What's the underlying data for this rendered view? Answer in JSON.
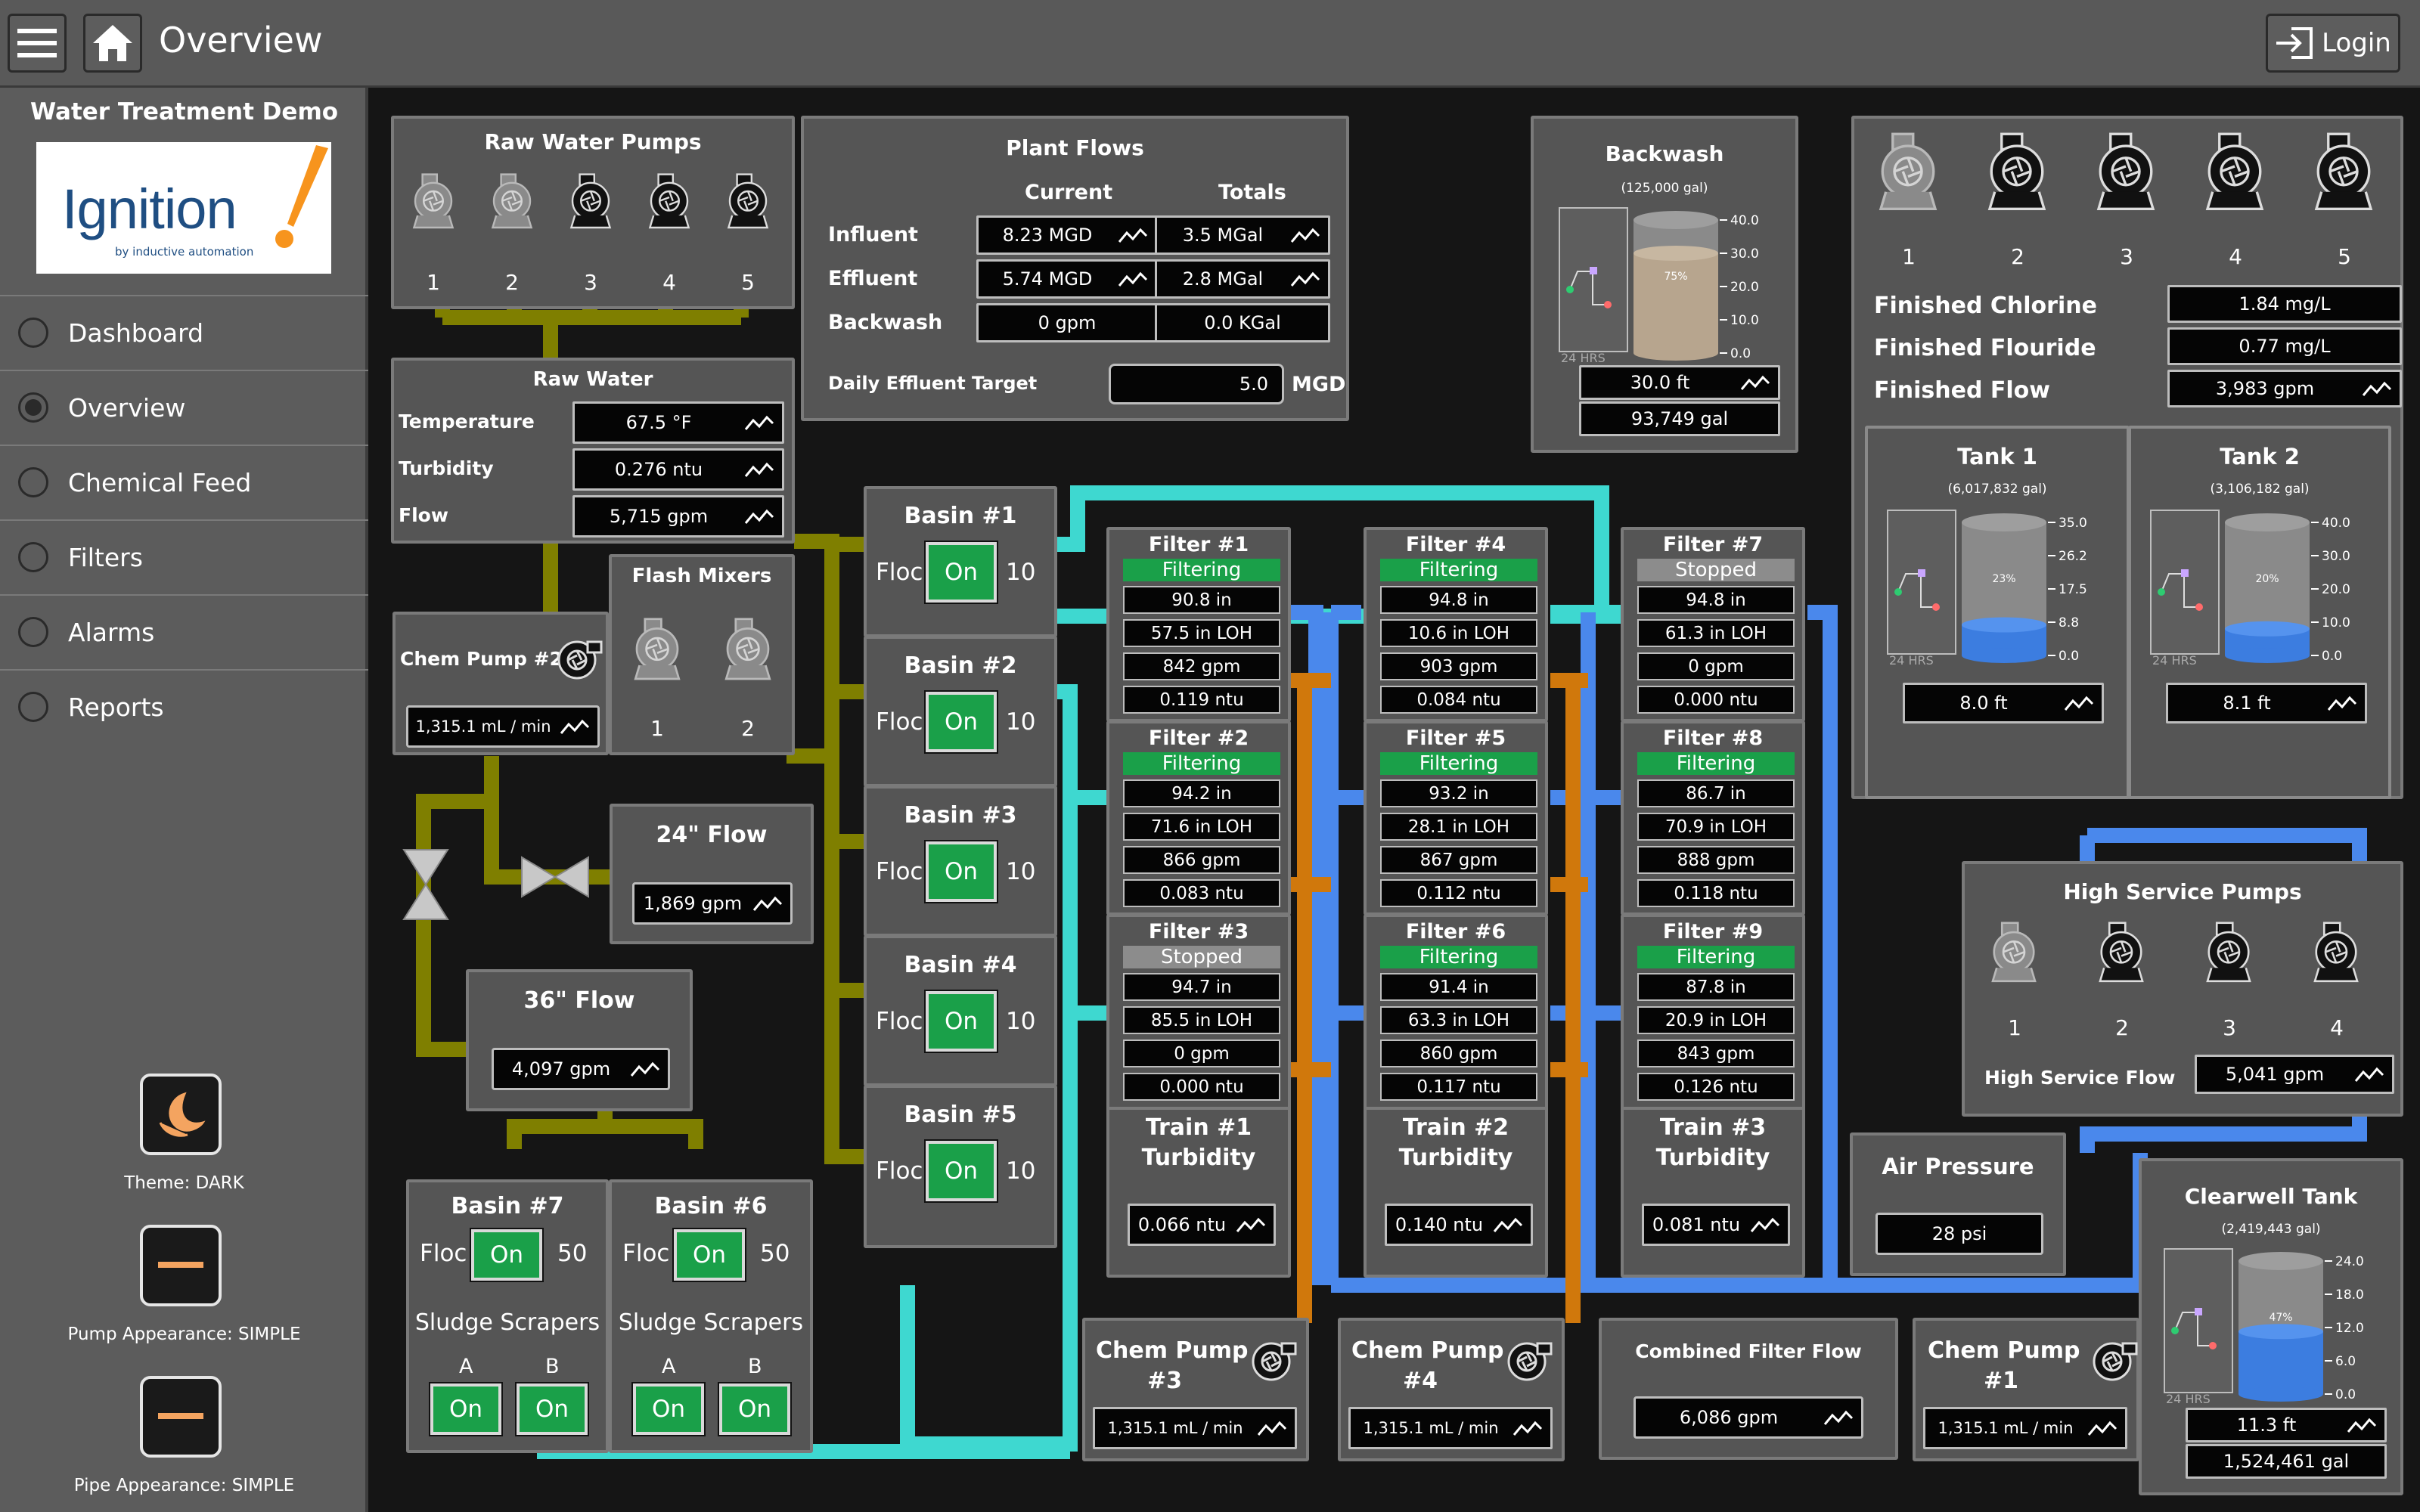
{
  "header": {
    "title": "Overview",
    "login_label": "Login"
  },
  "sidebar": {
    "title": "Water Treatment Demo",
    "logo_text": "Ignition",
    "logo_sub": "by inductive automation",
    "nav": [
      {
        "label": "Dashboard",
        "selected": false
      },
      {
        "label": "Overview",
        "selected": true
      },
      {
        "label": "Chemical Feed",
        "selected": false
      },
      {
        "label": "Filters",
        "selected": false
      },
      {
        "label": "Alarms",
        "selected": false
      },
      {
        "label": "Reports",
        "selected": false
      }
    ],
    "theme_label": "Theme: DARK",
    "pump_label": "Pump Appearance: SIMPLE",
    "pipe_label": "Pipe Appearance: SIMPLE"
  },
  "raw_pumps": {
    "title": "Raw Water Pumps",
    "numbers": [
      "1",
      "2",
      "3",
      "4",
      "5"
    ]
  },
  "raw_water": {
    "title": "Raw Water",
    "rows": [
      {
        "label": "Temperature",
        "value": "67.5 °F"
      },
      {
        "label": "Turbidity",
        "value": "0.276 ntu"
      },
      {
        "label": "Flow",
        "value": "5,715 gpm"
      }
    ]
  },
  "chem_pump2": {
    "title": "Chem Pump #2",
    "value": "1,315.1 mL / min"
  },
  "flash_mixers": {
    "title": "Flash Mixers",
    "numbers": [
      "1",
      "2"
    ]
  },
  "flow24": {
    "title": "24\" Flow",
    "value": "1,869 gpm"
  },
  "flow36": {
    "title": "36\" Flow",
    "value": "4,097 gpm"
  },
  "plant_flows": {
    "title": "Plant Flows",
    "col_current": "Current",
    "col_totals": "Totals",
    "rows": [
      {
        "label": "Influent",
        "current": "8.23 MGD",
        "total": "3.5 MGal"
      },
      {
        "label": "Effluent",
        "current": "5.74 MGD",
        "total": "2.8 MGal"
      },
      {
        "label": "Backwash",
        "current": "0 gpm",
        "total": "0.0 KGal"
      }
    ],
    "target_label": "Daily Effluent Target",
    "target_value": "5.0",
    "target_unit": "MGD"
  },
  "basins": [
    {
      "title": "Basin #1",
      "floc": "Floc",
      "on": "On",
      "value": "10"
    },
    {
      "title": "Basin #2",
      "floc": "Floc",
      "on": "On",
      "value": "10"
    },
    {
      "title": "Basin #3",
      "floc": "Floc",
      "on": "On",
      "value": "10"
    },
    {
      "title": "Basin #4",
      "floc": "Floc",
      "on": "On",
      "value": "10"
    },
    {
      "title": "Basin #5",
      "floc": "Floc",
      "on": "On",
      "value": "10"
    }
  ],
  "basins_bottom": [
    {
      "title": "Basin #7",
      "floc": "Floc",
      "on": "On",
      "value": "50",
      "scrapers": "Sludge Scrapers",
      "a": "A",
      "b": "B",
      "a_on": "On",
      "b_on": "On"
    },
    {
      "title": "Basin #6",
      "floc": "Floc",
      "on": "On",
      "value": "50",
      "scrapers": "Sludge Scrapers",
      "a": "A",
      "b": "B",
      "a_on": "On",
      "b_on": "On"
    }
  ],
  "filters": [
    {
      "title": "Filter #1",
      "status": "Filtering",
      "v1": "90.8 in",
      "v2": "57.5 in LOH",
      "v3": "842 gpm",
      "v4": "0.119 ntu"
    },
    {
      "title": "Filter #2",
      "status": "Filtering",
      "v1": "94.2 in",
      "v2": "71.6 in LOH",
      "v3": "866 gpm",
      "v4": "0.083 ntu"
    },
    {
      "title": "Filter #3",
      "status": "Stopped",
      "v1": "94.7 in",
      "v2": "85.5 in LOH",
      "v3": "0 gpm",
      "v4": "0.000 ntu"
    },
    {
      "title": "Filter #4",
      "status": "Filtering",
      "v1": "94.8 in",
      "v2": "10.6 in LOH",
      "v3": "903 gpm",
      "v4": "0.084 ntu"
    },
    {
      "title": "Filter #5",
      "status": "Filtering",
      "v1": "93.2 in",
      "v2": "28.1 in LOH",
      "v3": "867 gpm",
      "v4": "0.112 ntu"
    },
    {
      "title": "Filter #6",
      "status": "Filtering",
      "v1": "91.4 in",
      "v2": "63.3 in LOH",
      "v3": "860 gpm",
      "v4": "0.117 ntu"
    },
    {
      "title": "Filter #7",
      "status": "Stopped",
      "v1": "94.8 in",
      "v2": "61.3 in LOH",
      "v3": "0 gpm",
      "v4": "0.000 ntu"
    },
    {
      "title": "Filter #8",
      "status": "Filtering",
      "v1": "86.7 in",
      "v2": "70.9 in LOH",
      "v3": "888 gpm",
      "v4": "0.118 ntu"
    },
    {
      "title": "Filter #9",
      "status": "Filtering",
      "v1": "87.8 in",
      "v2": "20.9 in LOH",
      "v3": "843 gpm",
      "v4": "0.126 ntu"
    }
  ],
  "trains": [
    {
      "title1": "Train #1",
      "title2": "Turbidity",
      "value": "0.066 ntu"
    },
    {
      "title1": "Train #2",
      "title2": "Turbidity",
      "value": "0.140 ntu"
    },
    {
      "title1": "Train #3",
      "title2": "Turbidity",
      "value": "0.081 ntu"
    }
  ],
  "chem_bottom": [
    {
      "title1": "Chem Pump",
      "title2": "#3",
      "value": "1,315.1 mL / min"
    },
    {
      "title1": "Chem Pump",
      "title2": "#4",
      "value": "1,315.1 mL / min"
    },
    {
      "title1": "Chem Pump",
      "title2": "#1",
      "value": "1,315.1 mL / min"
    }
  ],
  "combined_flow": {
    "title": "Combined Filter Flow",
    "value": "6,086 gpm"
  },
  "backwash": {
    "title": "Backwash",
    "capacity": "(125,000 gal)",
    "level_pct": "75%",
    "level_fraction": 0.75,
    "ticks": [
      "40.0",
      "30.0",
      "20.0",
      "10.0",
      "0.0"
    ],
    "hrs": "24 HRS",
    "ft": "30.0 ft",
    "gal": "93,749 gal"
  },
  "finished": {
    "pump_numbers": [
      "1",
      "2",
      "3",
      "4",
      "5"
    ],
    "rows": [
      {
        "label": "Finished Chlorine",
        "value": "1.84 mg/L"
      },
      {
        "label": "Finished Flouride",
        "value": "0.77 mg/L"
      },
      {
        "label": "Finished Flow",
        "value": "3,983 gpm"
      }
    ]
  },
  "tank1": {
    "title": "Tank 1",
    "capacity": "(6,017,832 gal)",
    "level_pct": "23%",
    "level_fraction": 0.23,
    "ticks": [
      "35.0",
      "26.2",
      "17.5",
      "8.8",
      "0.0"
    ],
    "hrs": "24 HRS",
    "ft": "8.0 ft"
  },
  "tank2": {
    "title": "Tank 2",
    "capacity": "(3,106,182 gal)",
    "level_pct": "20%",
    "level_fraction": 0.2,
    "ticks": [
      "40.0",
      "30.0",
      "20.0",
      "10.0",
      "0.0"
    ],
    "hrs": "24 HRS",
    "ft": "8.1 ft"
  },
  "hs_pumps": {
    "title": "High Service Pumps",
    "numbers": [
      "1",
      "2",
      "3",
      "4"
    ],
    "flow_label": "High Service Flow",
    "flow_value": "5,041 gpm"
  },
  "air": {
    "title": "Air Pressure",
    "value": "28 psi"
  },
  "clearwell": {
    "title": "Clearwell Tank",
    "capacity": "(2,419,443 gal)",
    "level_pct": "47%",
    "level_fraction": 0.47,
    "ticks": [
      "24.0",
      "18.0",
      "12.0",
      "6.0",
      "0.0"
    ],
    "hrs": "24 HRS",
    "ft": "11.3 ft",
    "gal": "1,524,461 gal"
  }
}
